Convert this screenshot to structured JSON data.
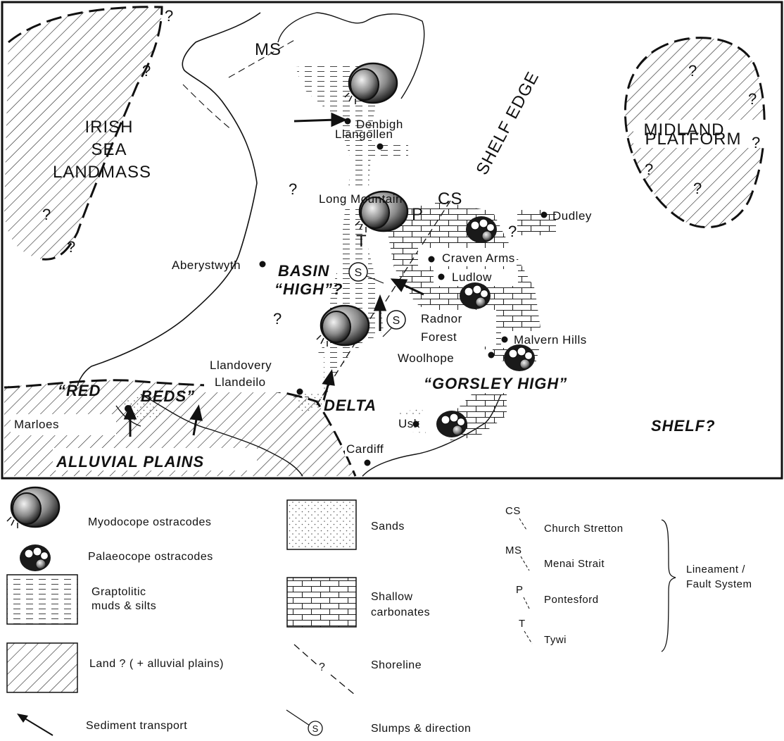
{
  "regions": {
    "irish_sea": [
      "IRISH",
      "SEA",
      "LANDMASS"
    ],
    "midland": [
      "MIDLAND",
      "PLATFORM"
    ],
    "shelf_edge": "SHELF EDGE",
    "basin_high": [
      "BASIN",
      "“HIGH”?"
    ],
    "gorsley_high": "“GORSLEY HIGH”",
    "delta": "DELTA",
    "red_beds": [
      "“RED",
      "BEDS”"
    ],
    "alluvial_plains": "ALLUVIAL PLAINS",
    "shelf": "SHELF?"
  },
  "towns": {
    "denbigh": "Denbigh",
    "llangollen": "Llangollen",
    "long_mountain": "Long Mountain",
    "dudley": "Dudley",
    "craven_arms": "Craven Arms",
    "ludlow": "Ludlow",
    "aberystwyth": "Aberystwyth",
    "radnor": [
      "Radnor",
      "Forest"
    ],
    "malvern_hills": "Malvern Hills",
    "woolhope": "Woolhope",
    "llandovery": "Llandovery",
    "llandeilo": "Llandeilo",
    "marloes": "Marloes",
    "usk": "Usk",
    "cardiff": "Cardiff"
  },
  "map_faults": {
    "ms": "MS",
    "cs": "CS",
    "p": "P",
    "t": "T"
  },
  "question_mark": "?",
  "slump_symbol": "S",
  "legend": {
    "myodocope": "Myodocope ostracodes",
    "palaeocope": "Palaeocope ostracodes",
    "graptolitic": [
      "Graptolitic",
      "muds & silts"
    ],
    "land": "Land ? ( + alluvial plains)",
    "sands": "Sands",
    "carbonates": [
      "Shallow",
      "carbonates"
    ],
    "shoreline": "Shoreline",
    "sediment": "Sediment transport",
    "slumps": "Slumps & direction",
    "faults": {
      "codes": [
        "CS",
        "MS",
        "P",
        "T"
      ],
      "names": [
        "Church Stretton",
        "Menai Strait",
        "Pontesford",
        "Tywi"
      ],
      "group": [
        "Lineament /",
        "Fault System"
      ]
    }
  }
}
